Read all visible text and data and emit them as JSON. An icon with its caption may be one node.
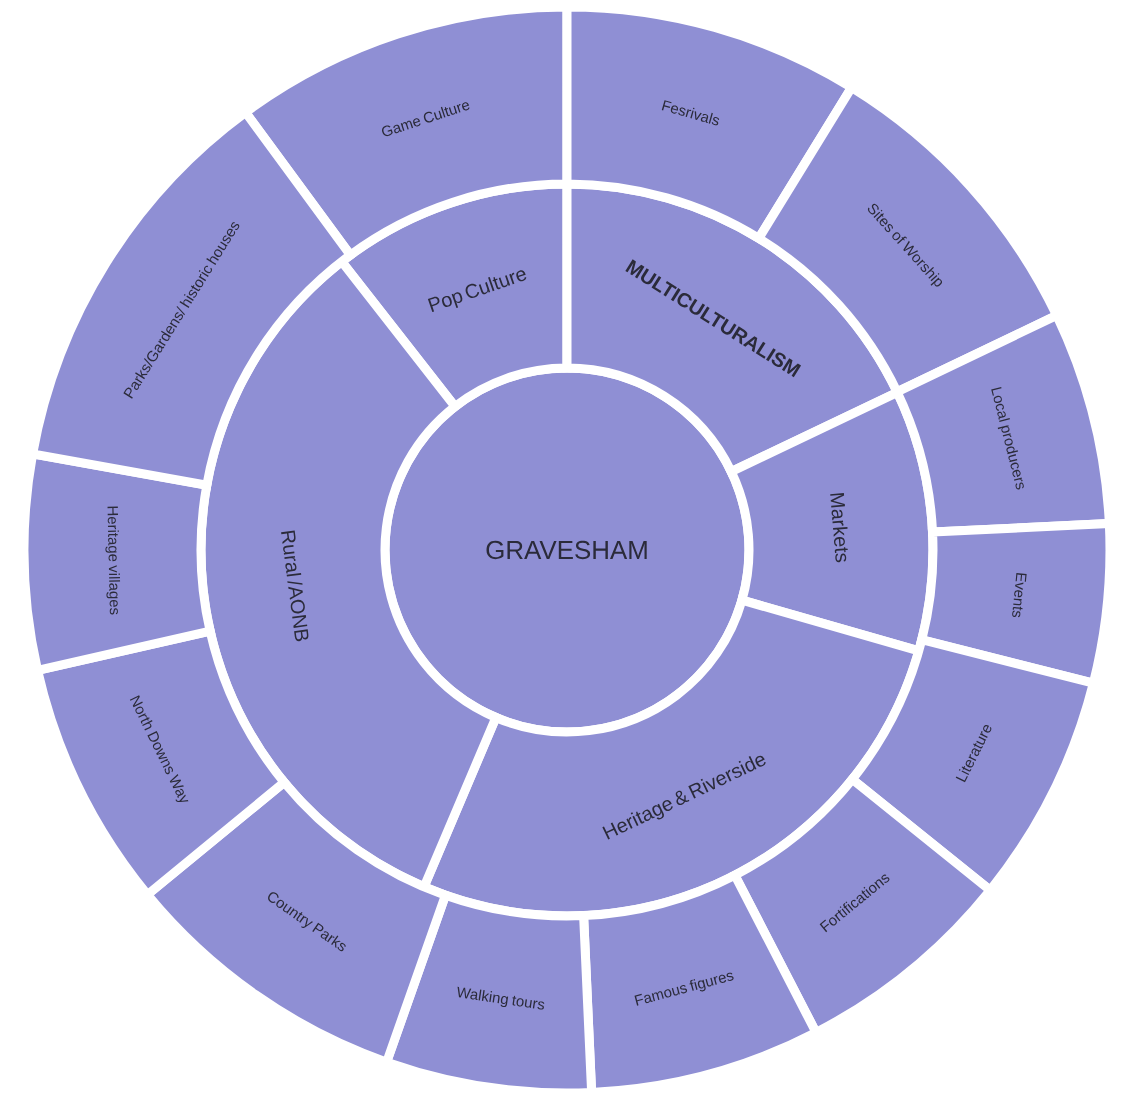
{
  "diagram": {
    "nodes": [
      {
        "text": [
          "GRAVESHAM"
        ]
      },
      {
        "text": [
          "Pop Culture"
        ]
      },
      {
        "text": [
          "MULTICULTURALISM"
        ]
      },
      {
        "text": [
          "Markets"
        ]
      },
      {
        "text": [
          "Heritage & Riverside"
        ]
      },
      {
        "text": [
          "Rural /AONB"
        ]
      },
      {
        "text": [
          "Game Culture"
        ]
      },
      {
        "text": [
          "Fesrivals"
        ]
      },
      {
        "text": [
          "Sites of Worship"
        ]
      },
      {
        "text": [
          "Local producers"
        ]
      },
      {
        "text": [
          "Events"
        ]
      },
      {
        "text": [
          "Literature"
        ]
      },
      {
        "text": [
          "Fortifications"
        ]
      },
      {
        "text": [
          "Famous figures"
        ]
      },
      {
        "text": [
          "Walking tours"
        ]
      },
      {
        "text": [
          "Country Parks"
        ]
      },
      {
        "text": [
          "North Downs Way"
        ]
      },
      {
        "text": [
          "Heritage villages"
        ]
      },
      {
        "text": [
          "Parks/Gardens/ historic houses"
        ]
      }
    ]
  }
}
